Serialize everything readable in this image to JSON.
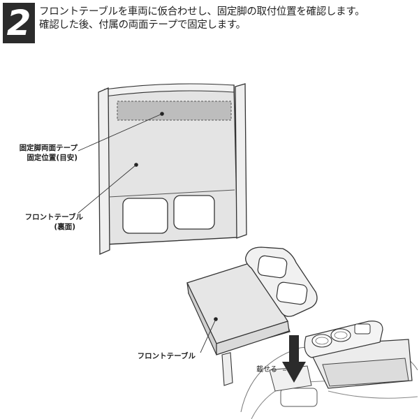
{
  "step": {
    "number": "2"
  },
  "instructions": {
    "line1": "フロントテーブルを車両に仮合わせし、固定脚の取付位置を確認します。",
    "line2": "確認した後、付属の両面テープで固定します。"
  },
  "callouts": {
    "tape_line1": "固定脚両面テープ",
    "tape_line2": "固定位置(目安)",
    "table_back_line1": "フロントテーブル",
    "table_back_line2": "(裏面)",
    "table_front": "フロントテーブル",
    "place_label": "載せる"
  }
}
